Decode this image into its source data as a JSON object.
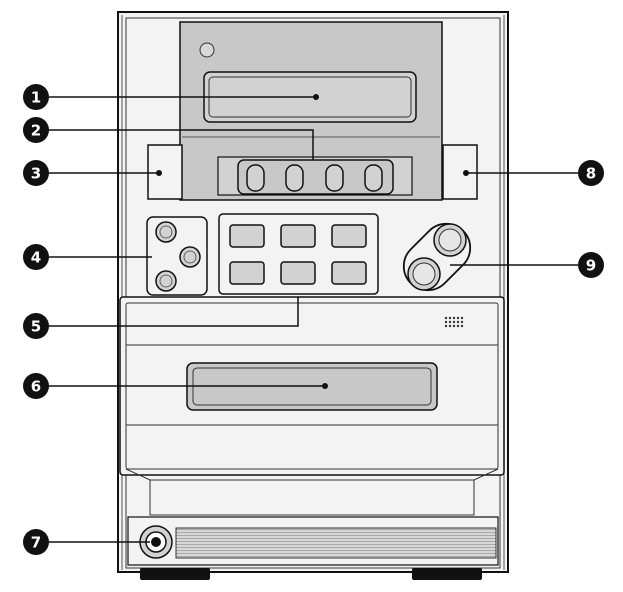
{
  "diagram": {
    "callouts": [
      {
        "id": "1",
        "label": "1"
      },
      {
        "id": "2",
        "label": "2"
      },
      {
        "id": "3",
        "label": "3"
      },
      {
        "id": "4",
        "label": "4"
      },
      {
        "id": "5",
        "label": "5"
      },
      {
        "id": "6",
        "label": "6"
      },
      {
        "id": "7",
        "label": "7"
      },
      {
        "id": "8",
        "label": "8"
      },
      {
        "id": "9",
        "label": "9"
      }
    ],
    "colors": {
      "line": "#111111",
      "fill_dark": "#c8c8c8",
      "fill_mid": "#d2d2d2",
      "fill_light": "#f3f3f3",
      "background": "#ffffff",
      "callout_fill": "#111111"
    }
  }
}
